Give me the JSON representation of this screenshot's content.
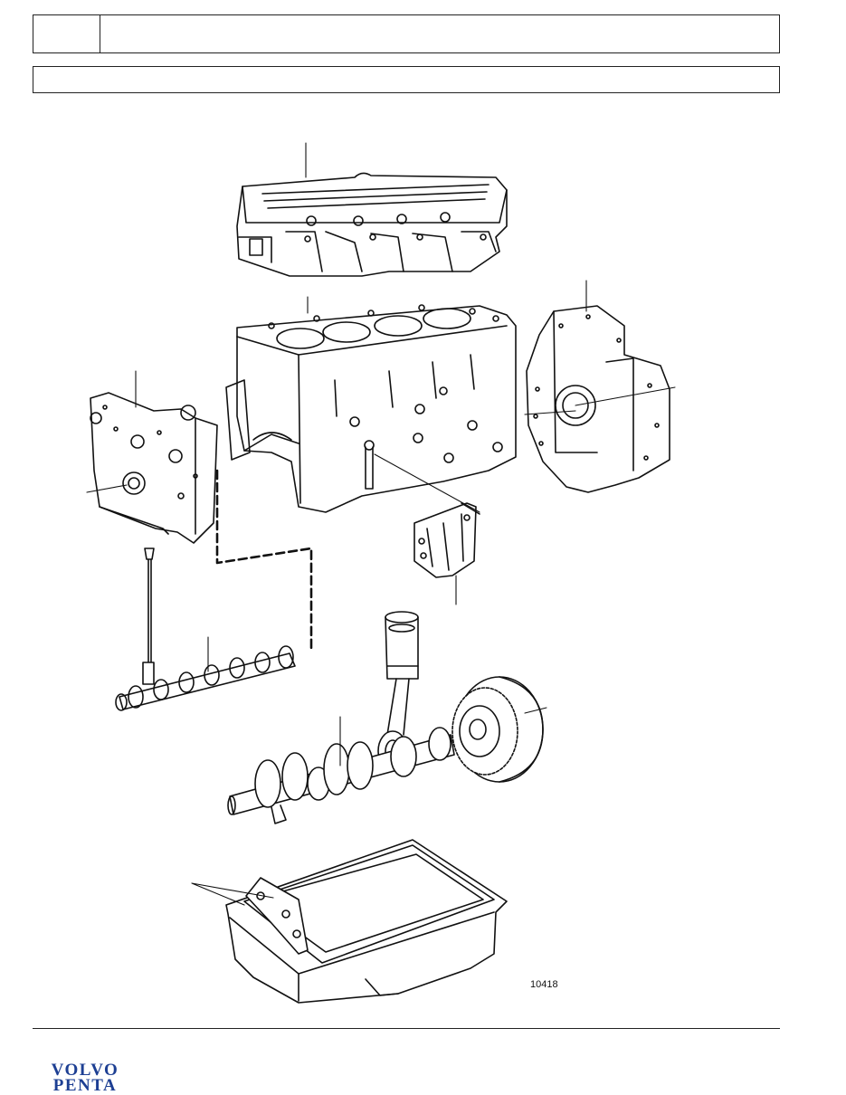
{
  "header": {
    "section_code": "",
    "title": "",
    "subtitle": ""
  },
  "figure": {
    "illustration_number": "10418",
    "parts": [
      "cylinder-head",
      "cylinder-block",
      "timing-gear-casing",
      "flywheel-housing",
      "engine-bracket",
      "dipstick",
      "camshaft",
      "piston-with-connecting-rod",
      "crankshaft",
      "flywheel",
      "oil-sump"
    ]
  },
  "footer": {
    "brand_line1": "VOLVO",
    "brand_line2": "PENTA",
    "brand_color": "#1d3f93"
  }
}
